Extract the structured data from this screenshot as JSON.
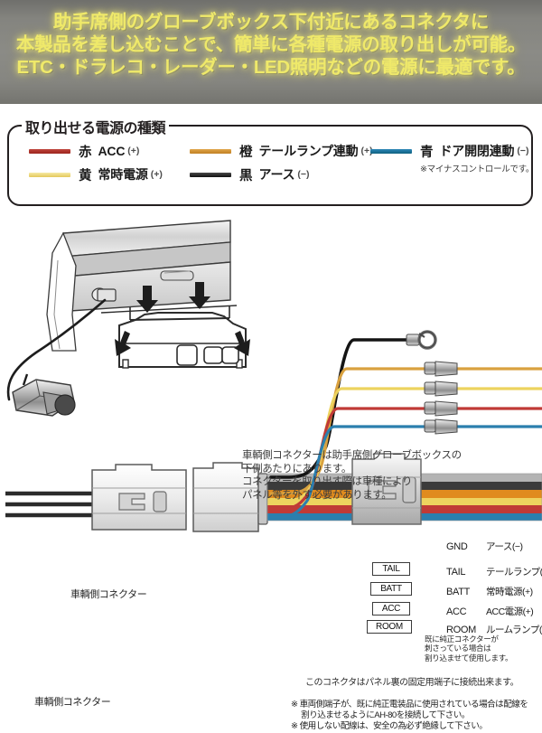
{
  "banner": {
    "lines": [
      "助手席側のグローブボックス下付近にあるコネクタに",
      "本製品を差し込むことで、簡単に各種電源の取り出しが可能。",
      "ETC・ドラレコ・レーダー・LED照明などの電源に最適です。"
    ],
    "text_color": "#efe96a",
    "background_color": "#85857f"
  },
  "legend": {
    "title": "取り出せる電源の種類",
    "items": [
      {
        "color_name": "赤",
        "name": "ACC",
        "polarity": "(+)",
        "hex": "#a8281f",
        "column": 1
      },
      {
        "color_name": "黄",
        "name": "常時電源",
        "polarity": "(+)",
        "hex": "#e8d269",
        "column": 1
      },
      {
        "color_name": "橙",
        "name": "テールランプ連動",
        "polarity": "(+)",
        "hex": "#cf8f2e",
        "column": 2
      },
      {
        "color_name": "黒",
        "name": "アース",
        "polarity": "(−)",
        "hex": "#1a1a1a",
        "column": 2
      },
      {
        "color_name": "青",
        "name": "ドア開閉連動",
        "polarity": "(−)",
        "hex": "#1b719b",
        "column": 3
      }
    ],
    "footnote": "※マイナスコントロールです。"
  },
  "diagram": {
    "info_text": [
      "車輌側コネクターは助手席側グローブボックスの",
      "下側あたりにあります。",
      "コネクターを取り出す際は車種により",
      "パネル等を外す必要があります。"
    ],
    "connector_label_top": "車輌側コネクター",
    "connector_label_bottom": "車輌側コネクター",
    "outputs": [
      {
        "tag": "",
        "code": "GND",
        "desc": "アース(−)",
        "hex": "#141414",
        "terminal": "ring-terminal"
      },
      {
        "tag": "TAIL",
        "code": "TAIL",
        "desc": "テールランプ(+)",
        "hex": "#d9a13f",
        "terminal": "spade-terminal"
      },
      {
        "tag": "BATT",
        "code": "BATT",
        "desc": "常時電源(+)",
        "hex": "#e8d269",
        "terminal": "spade-terminal"
      },
      {
        "tag": "ACC",
        "code": "ACC",
        "desc": "ACC電源(+)",
        "hex": "#c03a36",
        "terminal": "spade-terminal"
      },
      {
        "tag": "ROOM",
        "code": "ROOM",
        "desc": "ルームランプ(−)",
        "hex": "#2b7fae",
        "terminal": "spade-terminal"
      }
    ],
    "note_small": [
      "既に純正コネクターが",
      "刺さっている場合は",
      "割り込ませて使用します。"
    ],
    "note_mid": "このコネクタはパネル裏の固定用端子に接続出来ます。",
    "notes": [
      "※ 車両側端子が、既に純正電装品に使用されている場合は配線を",
      "　 割り込ませるようにAH-80を接続して下さい。",
      "※ 使用しない配線は、安全の為必ず絶縁して下さい。"
    ]
  }
}
